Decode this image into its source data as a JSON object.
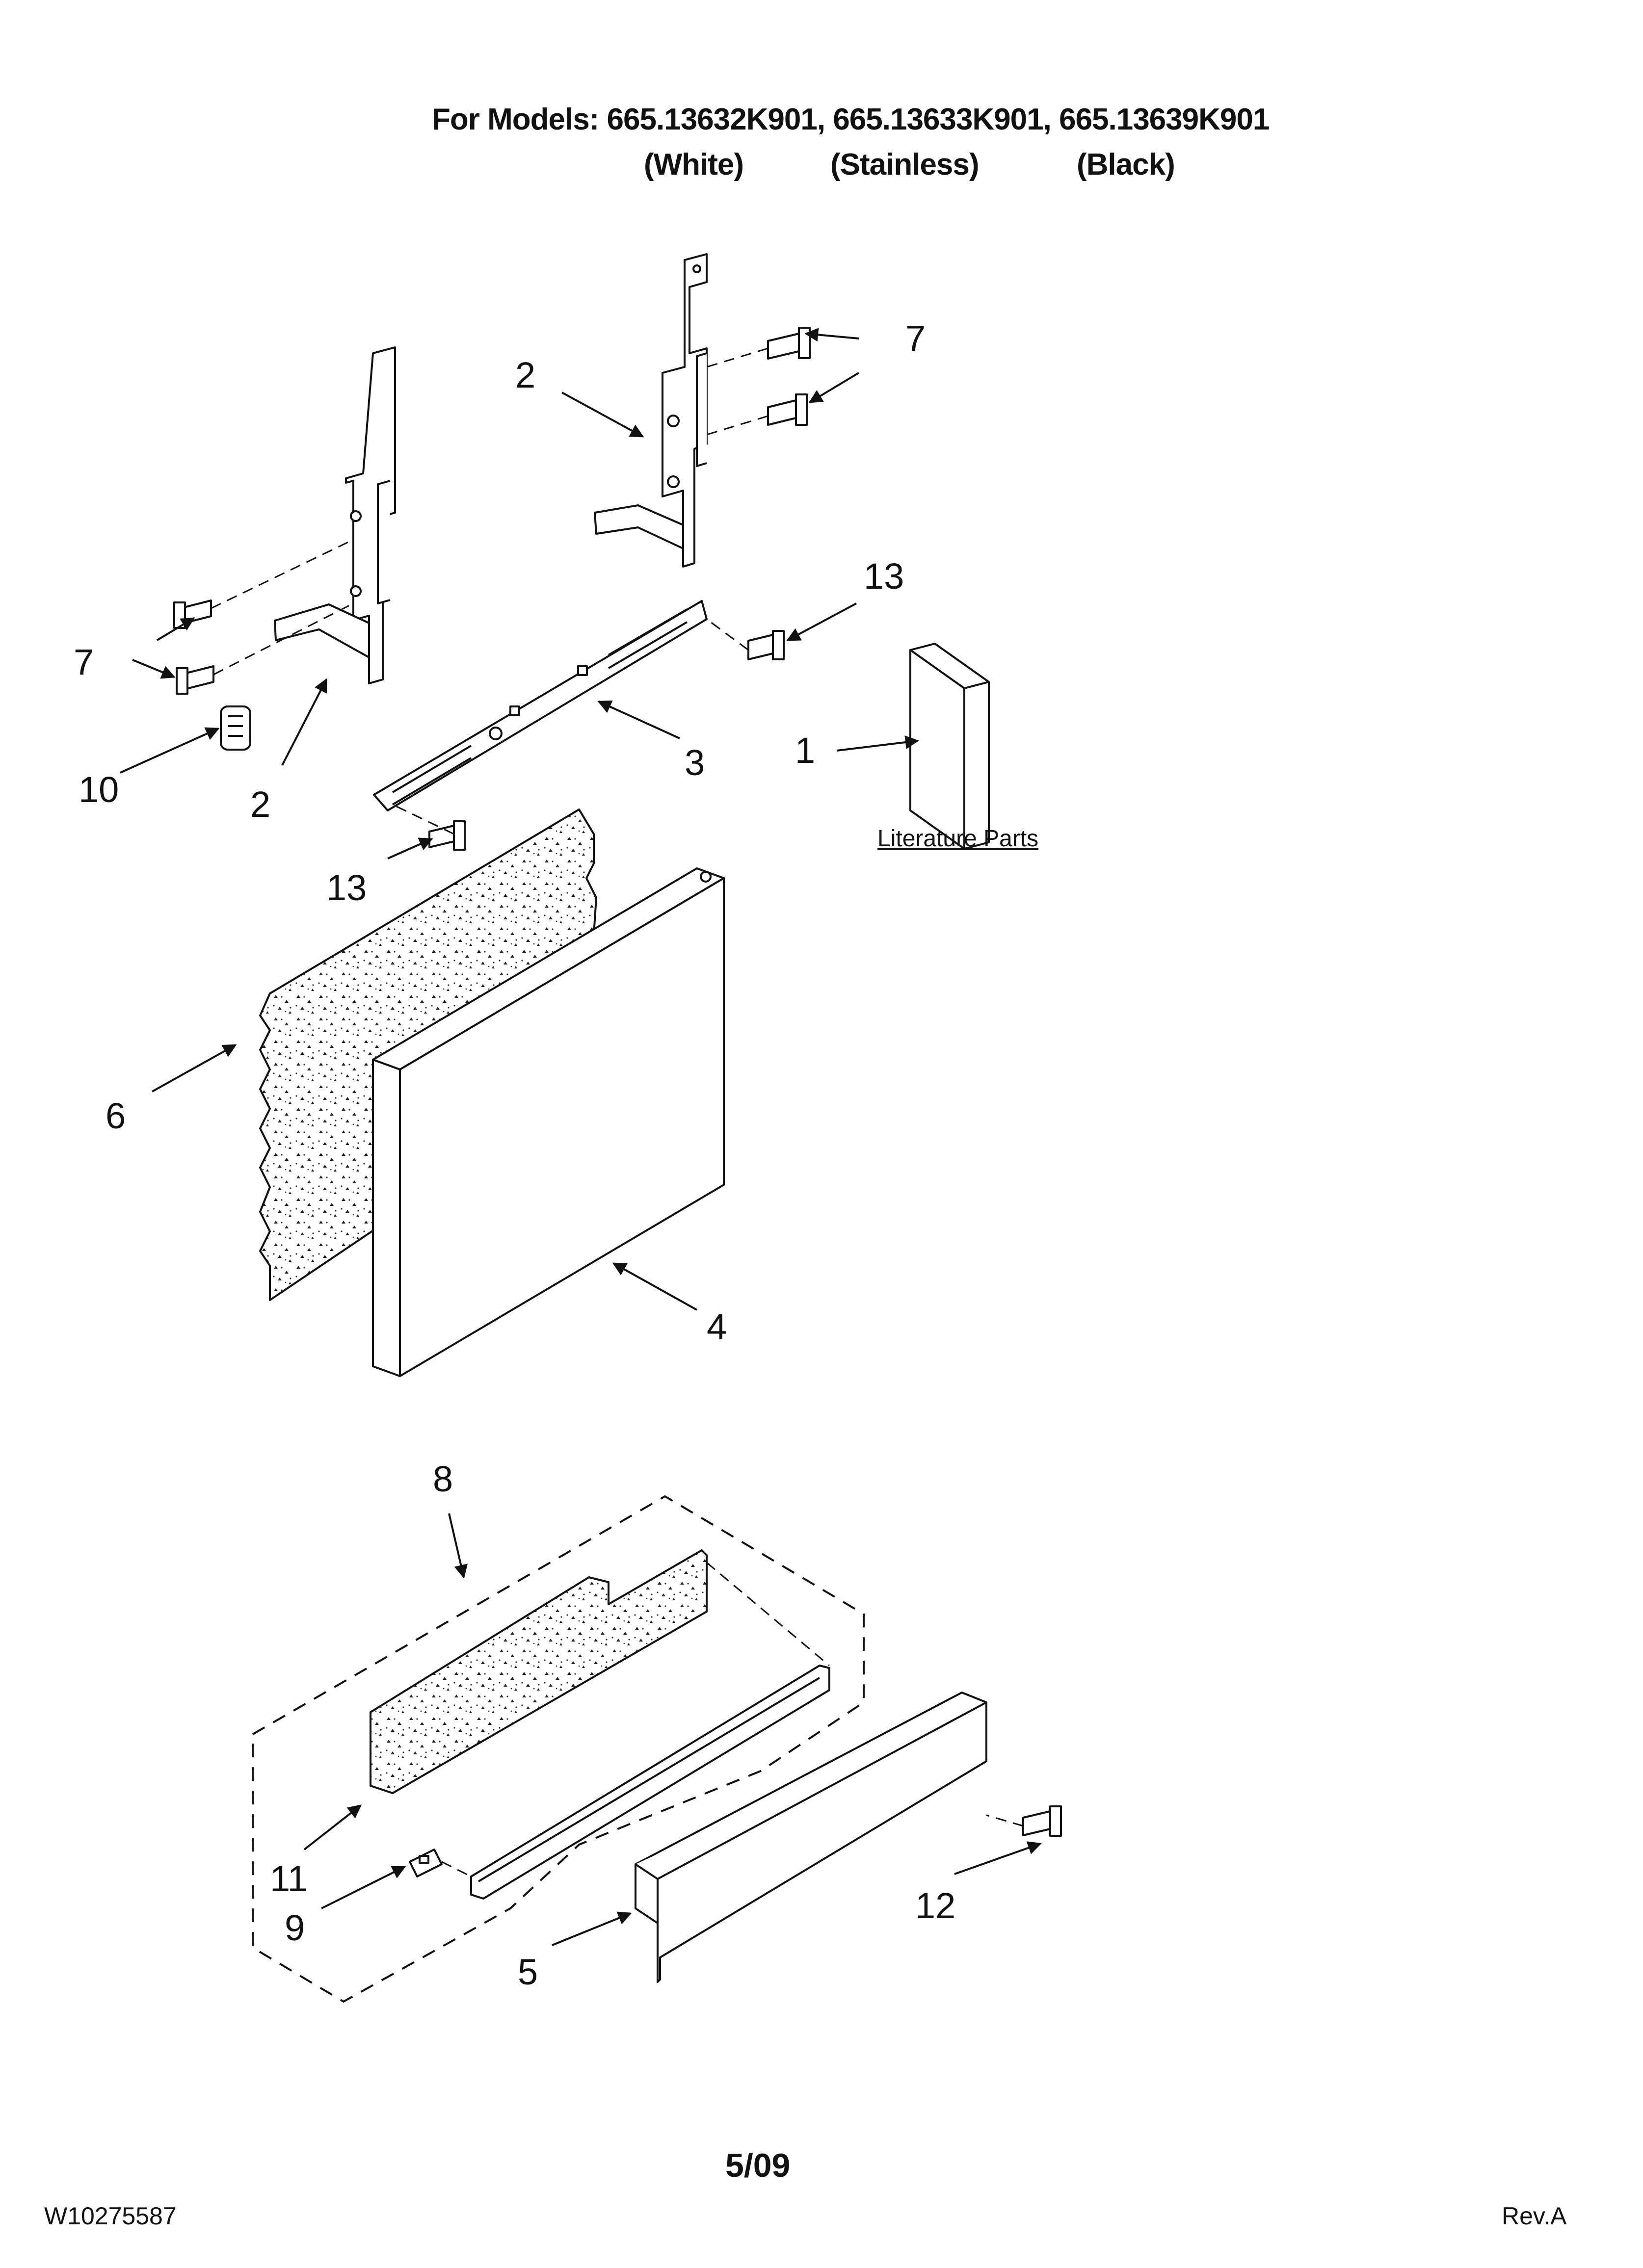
{
  "header": {
    "models_line": "For Models: 665.13632K901, 665.13633K901, 665.13639K901",
    "variant_white": "(White)",
    "variant_stainless": "(Stainless)",
    "variant_black": "(Black)"
  },
  "callouts": {
    "c1": "1",
    "c2a": "2",
    "c2b": "2",
    "c3": "3",
    "c4": "4",
    "c5": "5",
    "c6": "6",
    "c7a": "7",
    "c7b": "7",
    "c8": "8",
    "c9": "9",
    "c10": "10",
    "c11": "11",
    "c12": "12",
    "c13a": "13",
    "c13b": "13"
  },
  "literature_label": "Literature Parts",
  "footer": {
    "date": "5/09",
    "doc_number": "W10275587",
    "revision": "Rev.A"
  }
}
